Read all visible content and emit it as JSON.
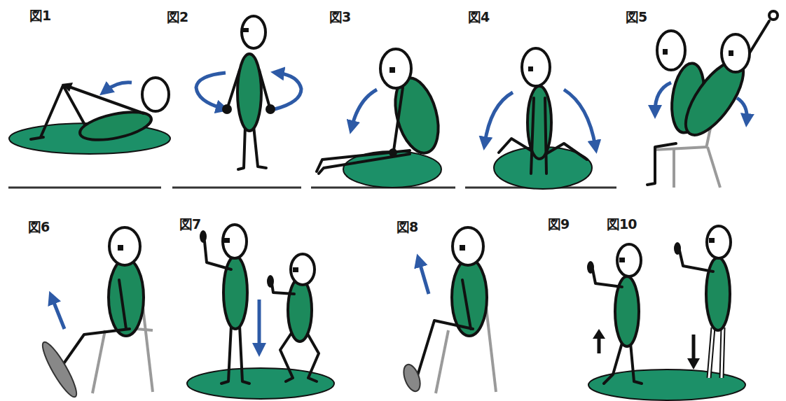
{
  "diagram": {
    "labels": [
      "図1",
      "図2",
      "図3",
      "図4",
      "図5",
      "図6",
      "図7",
      "図8",
      "図9",
      "図10"
    ]
  }
}
